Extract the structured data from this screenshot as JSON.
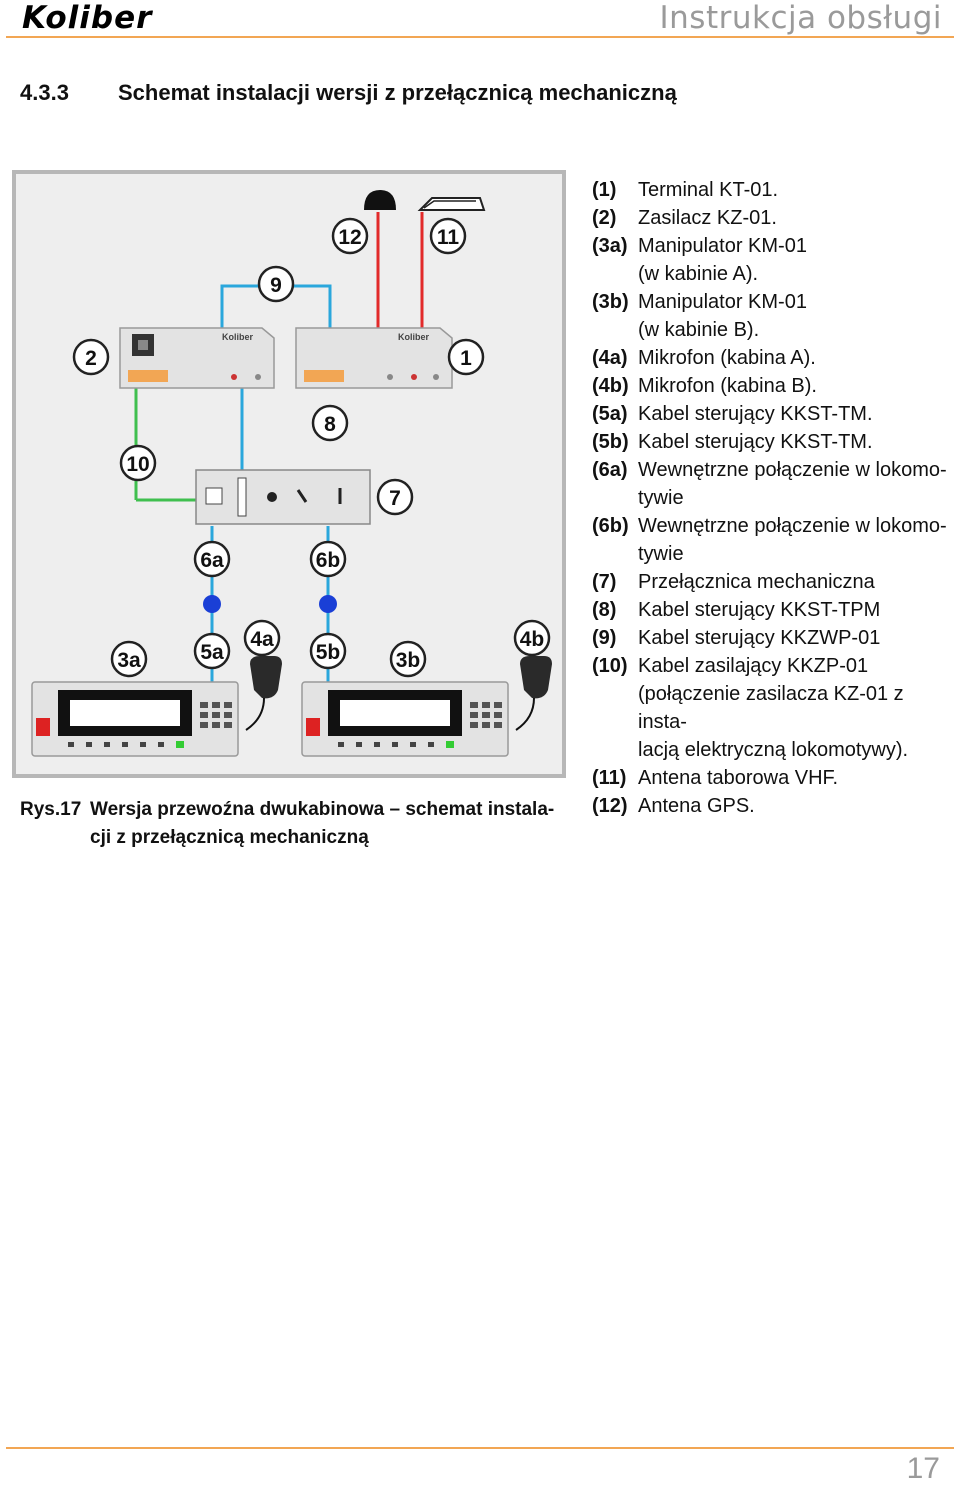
{
  "header": {
    "logo": "Koliber",
    "title": "Instrukcja obsługi"
  },
  "section": {
    "number": "4.3.3",
    "title": "Schemat instalacji wersji z przełącznicą mechaniczną"
  },
  "figure": {
    "callouts": {
      "c1": "1",
      "c2": "2",
      "c3a": "3a",
      "c3b": "3b",
      "c4a": "4a",
      "c4b": "4b",
      "c5a": "5a",
      "c5b": "5b",
      "c6a": "6a",
      "c6b": "6b",
      "c7": "7",
      "c8": "8",
      "c9": "9",
      "c10": "10",
      "c11": "11",
      "c12": "12"
    },
    "device_brand": "Koliber",
    "colors": {
      "cable_blue": "#2aa7dc",
      "cable_green": "#3fbf4e",
      "cable_red": "#e22a2a",
      "device_gray": "#e3e3e3",
      "frame_gray": "#b7b7b7"
    }
  },
  "caption": {
    "label": "Rys.17",
    "line1": "Wersja przewoźna dwukabinowa – schemat instala-",
    "line2": "cji z przełącznicą mechaniczną"
  },
  "legend": [
    {
      "key": "(1)",
      "value": "Terminal KT-01.",
      "cont": ""
    },
    {
      "key": "(2)",
      "value": "Zasilacz KZ-01.",
      "cont": ""
    },
    {
      "key": "(3a)",
      "value": "Manipulator KM-01",
      "cont": "(w kabinie A)."
    },
    {
      "key": "(3b)",
      "value": "Manipulator KM-01",
      "cont": "(w kabinie B)."
    },
    {
      "key": "(4a)",
      "value": "Mikrofon (kabina A).",
      "cont": ""
    },
    {
      "key": "(4b)",
      "value": "Mikrofon (kabina B).",
      "cont": ""
    },
    {
      "key": "(5a)",
      "value": "Kabel sterujący KKST-TM.",
      "cont": ""
    },
    {
      "key": "(5b)",
      "value": "Kabel sterujący KKST-TM.",
      "cont": ""
    },
    {
      "key": "(6a)",
      "value": "Wewnętrzne połączenie  w lokomo-",
      "cont": "tywie"
    },
    {
      "key": "(6b)",
      "value": "Wewnętrzne połączenie  w lokomo-",
      "cont": "tywie"
    },
    {
      "key": "(7)",
      "value": "Przełącznica mechaniczna",
      "cont": ""
    },
    {
      "key": "(8)",
      "value": "Kabel sterujący KKST-TPM",
      "cont": ""
    },
    {
      "key": "(9)",
      "value": "Kabel sterujący KKZWP-01",
      "cont": ""
    },
    {
      "key": "(10)",
      "value": "Kabel zasilający KKZP-01",
      "cont": "(połączenie zasilacza KZ-01 z insta-"
    },
    {
      "key": "",
      "value": "",
      "cont": "lacją elektryczną lokomotywy)."
    },
    {
      "key": "(11)",
      "value": "Antena taborowa VHF.",
      "cont": ""
    },
    {
      "key": "(12)",
      "value": "Antena GPS.",
      "cont": ""
    }
  ],
  "footer": {
    "page": "17"
  }
}
